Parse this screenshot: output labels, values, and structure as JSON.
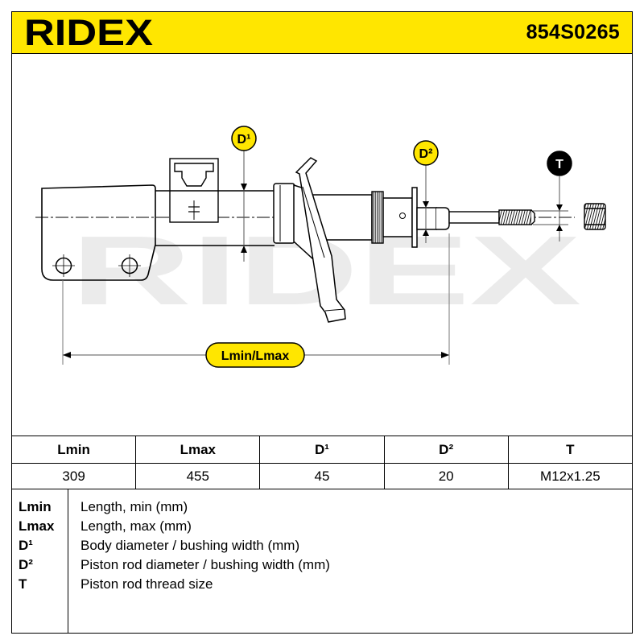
{
  "header": {
    "brand": "RIDEX",
    "part_number": "854S0265"
  },
  "diagram": {
    "watermark": "RIDEX",
    "labels": {
      "d1": "D¹",
      "d2": "D²",
      "t": "T",
      "length": "Lmin/Lmax"
    }
  },
  "spec_table": {
    "columns": [
      "Lmin",
      "Lmax",
      "D¹",
      "D²",
      "T"
    ],
    "values": [
      "309",
      "455",
      "45",
      "20",
      "M12x1.25"
    ]
  },
  "legend": [
    {
      "key": "Lmin",
      "desc": "Length, min (mm)"
    },
    {
      "key": "Lmax",
      "desc": "Length, max (mm)"
    },
    {
      "key": "D¹",
      "desc": "Body diameter / bushing width (mm)"
    },
    {
      "key": "D²",
      "desc": "Piston rod diameter / bushing width (mm)"
    },
    {
      "key": "T",
      "desc": "Piston rod thread size"
    }
  ],
  "colors": {
    "brand_yellow": "#ffe600",
    "line": "#000000",
    "watermark": "#ebebeb"
  }
}
